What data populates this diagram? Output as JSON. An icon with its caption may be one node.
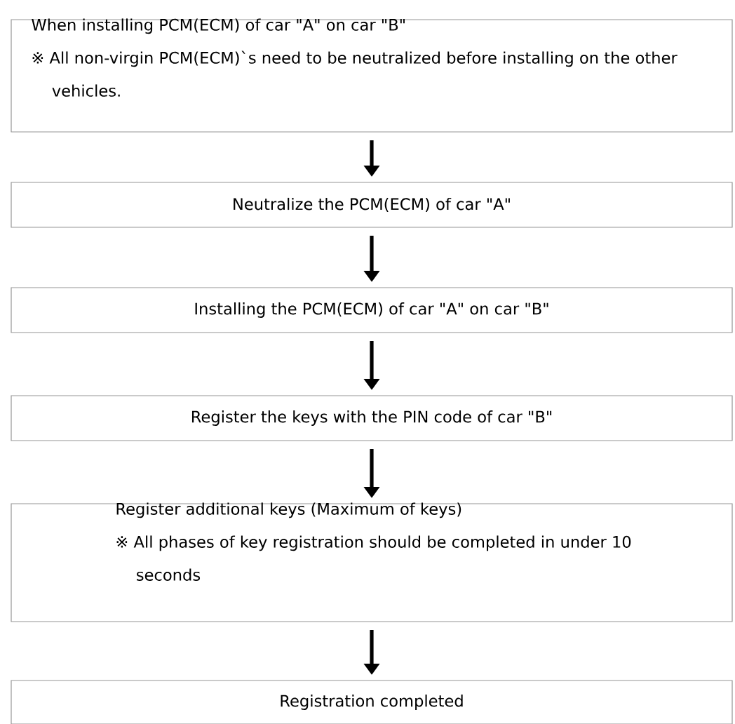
{
  "diagram": {
    "nodes": [
      {
        "text": [
          "When installing PCM(ECM) of car \"A\" on car \"B\"",
          "※ All non-virgin PCM(ECM)`s need to be neutralized before installing on the other vehicles."
        ]
      },
      {
        "text": [
          "Neutralize the PCM(ECM) of car \"A\""
        ]
      },
      {
        "text": [
          "Installing the PCM(ECM) of car \"A\" on car \"B\""
        ]
      },
      {
        "text": [
          "Register the keys with the PIN code of car \"B\""
        ]
      },
      {
        "text": [
          "Register additional keys (Maximum of keys)",
          "※ All phases of key registration should be completed in under 10 seconds"
        ]
      },
      {
        "text": [
          "Registration completed"
        ]
      }
    ],
    "edges": [
      {
        "from": 0,
        "to": 1,
        "arrow": "to"
      },
      {
        "from": 1,
        "to": 2,
        "arrow": "to"
      },
      {
        "from": 2,
        "to": 3,
        "arrow": "to"
      },
      {
        "from": 3,
        "to": 4,
        "arrow": "to"
      },
      {
        "from": 4,
        "to": 5,
        "arrow": "to"
      }
    ]
  }
}
